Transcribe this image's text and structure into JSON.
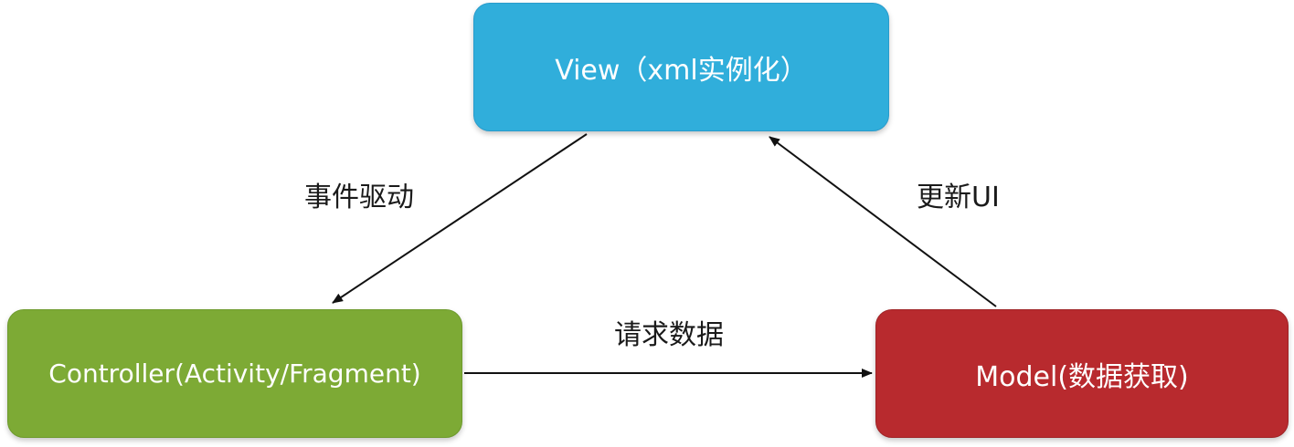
{
  "nodes": {
    "view": {
      "label": "View（xml实例化）",
      "color": "#30aedb"
    },
    "controller": {
      "label": "Controller(Activity/Fragment)",
      "color": "#7daa35"
    },
    "model": {
      "label": "Model(数据获取)",
      "color": "#b82a2e"
    }
  },
  "edges": {
    "view_to_controller": "事件驱动",
    "controller_to_model": "请求数据",
    "model_to_view": "更新UI"
  },
  "arrow_color": "#111111"
}
